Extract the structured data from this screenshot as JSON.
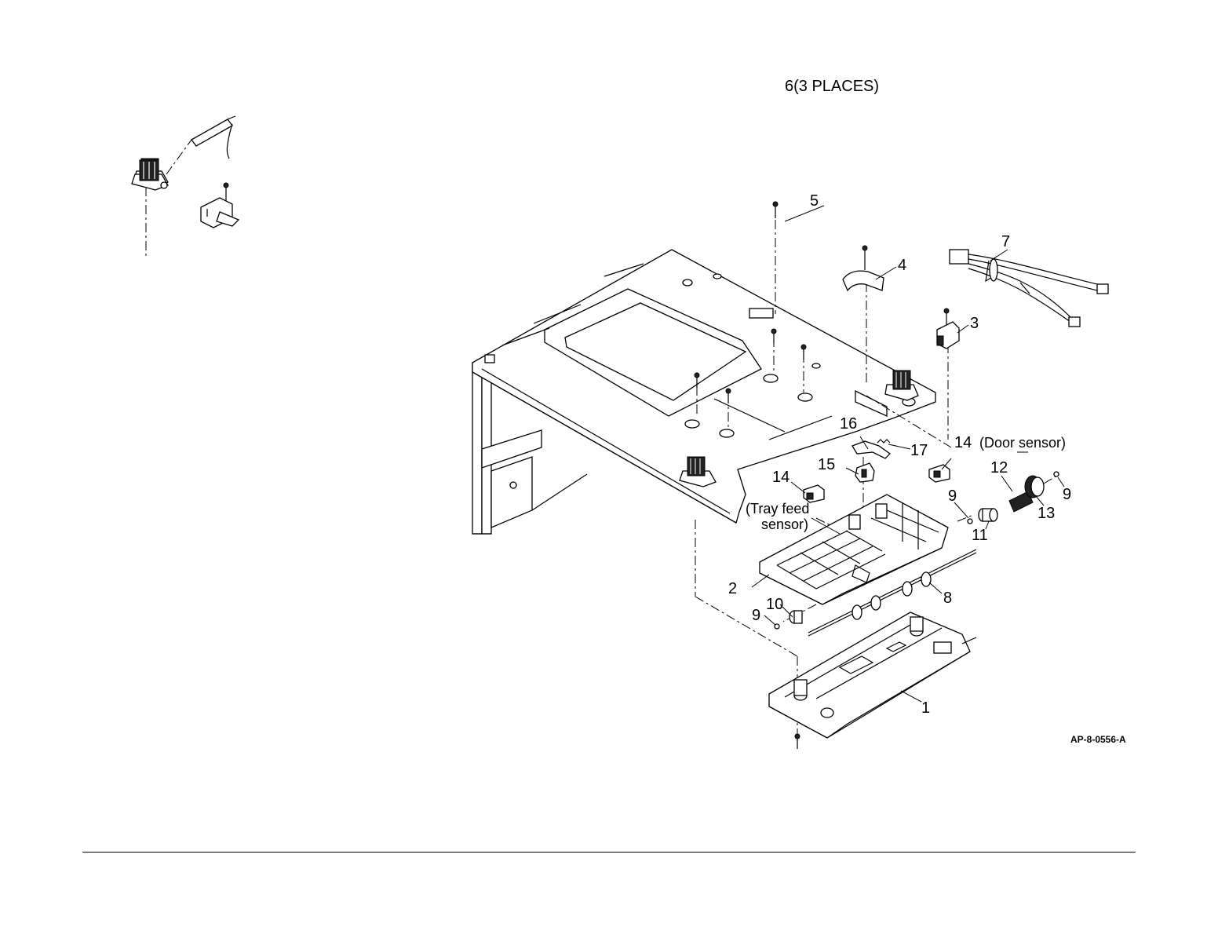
{
  "figure": {
    "id_label": "AP-8-0556-A"
  },
  "callouts": {
    "c1": "1",
    "c2": "2",
    "c3": "3",
    "c4": "4",
    "c5": "5",
    "c6": "6(3 PLACES)",
    "c7": "7",
    "c8": "8",
    "c9a": "9",
    "c9b": "9",
    "c9c": "9",
    "c10": "10",
    "c11": "11",
    "c12": "12",
    "c13": "13",
    "c14a": "14",
    "c14a_note": "(Tray feed",
    "c14a_note2": "sensor)",
    "c14b": "14",
    "c14b_note": "(Door sensor)",
    "c15": "15",
    "c16": "16",
    "c17": "17"
  }
}
